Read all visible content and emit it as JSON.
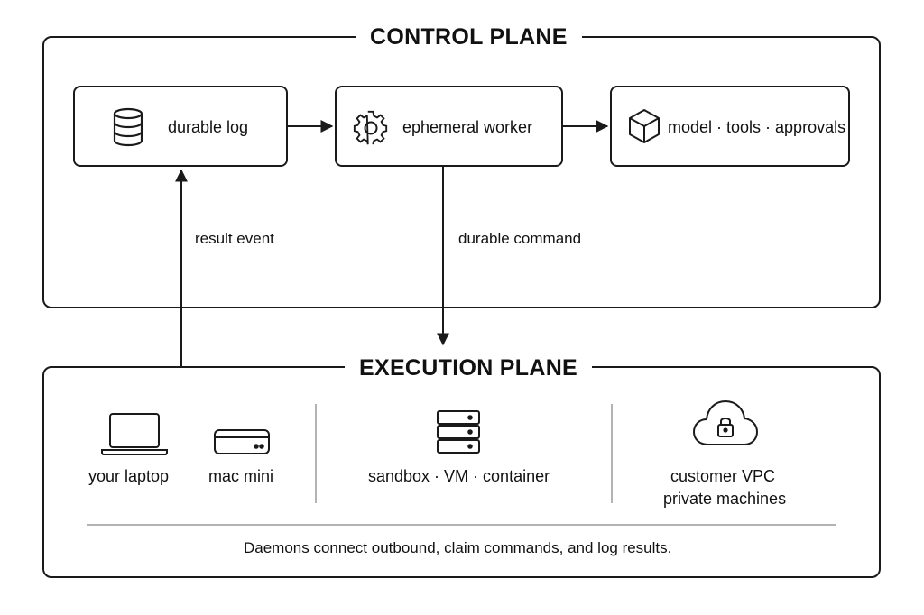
{
  "control_plane": {
    "title": "CONTROL PLANE",
    "nodes": [
      {
        "label": "durable log",
        "icon": "database-icon"
      },
      {
        "label": "ephemeral worker",
        "icon": "gear-icon"
      },
      {
        "label": "model · tools · approvals",
        "icon": "cube-icon"
      }
    ]
  },
  "edges": {
    "result_label": "result event",
    "command_label": "durable command"
  },
  "execution_plane": {
    "title": "EXECUTION PLANE",
    "groups": [
      {
        "label": "your laptop",
        "icon": "laptop-icon"
      },
      {
        "label": "mac mini",
        "icon": "mac-mini-icon"
      },
      {
        "label": "sandbox · VM · container",
        "icon": "server-stack-icon"
      },
      {
        "label": "customer VPC",
        "sublabel": "private machines",
        "icon": "cloud-lock-icon"
      }
    ],
    "note": "Daemons connect outbound, claim commands, and log results."
  },
  "colors": {
    "stroke": "#1a1a1a",
    "divider": "#9a9a9a",
    "background": "#ffffff"
  }
}
